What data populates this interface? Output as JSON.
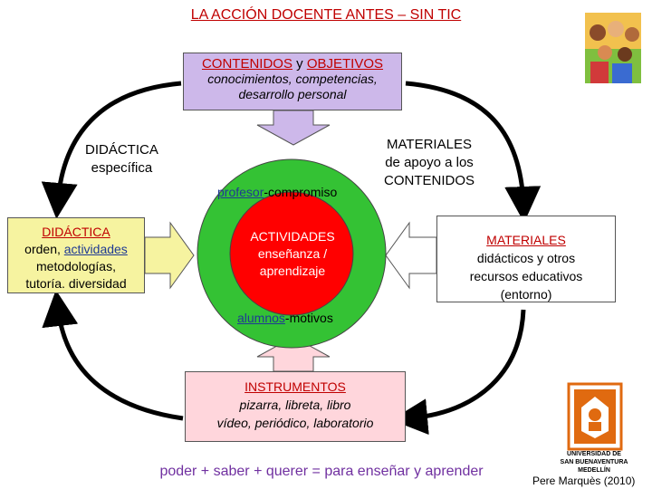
{
  "title": "LA ACCIÓN DOCENTE ANTES – SIN TIC",
  "top_box": {
    "contenidos": "CONTENIDOS",
    "y": " y ",
    "objetivos": "OBJETIVOS",
    "line2": "conocimientos, competencias,",
    "line3": "desarrollo personal"
  },
  "didactica_especifica": {
    "line1": "DIDÁCTICA",
    "line2": "específica"
  },
  "materiales_apoyo": {
    "line1": "MATERIALES",
    "line2": "de apoyo a los",
    "line3": "CONTENIDOS"
  },
  "left_box": {
    "head": "DIDÁCTICA",
    "orden": "orden, ",
    "actividades": "actividades",
    "line3": "metodologías,",
    "line4": "tutoría. diversidad"
  },
  "right_box": {
    "head": "MATERIALES",
    "line2": "didácticos y otros",
    "line3": "recursos educativos",
    "line4": "(entorno)"
  },
  "center": {
    "profesor": "profesor",
    "compromiso": "-compromiso",
    "act1": "ACTIVIDADES",
    "act2": "enseñanza /",
    "act3": "aprendizaje",
    "alumnos": "alumnos",
    "motivos": "-motivos"
  },
  "bottom_box": {
    "head": "INSTRUMENTOS",
    "line2": "pizarra, libreta, libro",
    "line3": "vídeo, periódico, laboratorio"
  },
  "footer": "poder + saber + querer = para enseñar y aprender",
  "credit": "Pere Marquès (2010)",
  "logo_text": {
    "line1": "UNIVERSIDAD DE",
    "line2": "SAN BUENAVENTURA",
    "line3": "MEDELLÍN"
  },
  "colors": {
    "title_red": "#c00000",
    "circle_green": "#34c234",
    "circle_red": "#ff0000",
    "top_box_purple": "#cdb8ea",
    "left_box_yellow": "#f6f3a0",
    "bottom_box_pink": "#ffd6dc",
    "footer_purple": "#7030a0"
  }
}
